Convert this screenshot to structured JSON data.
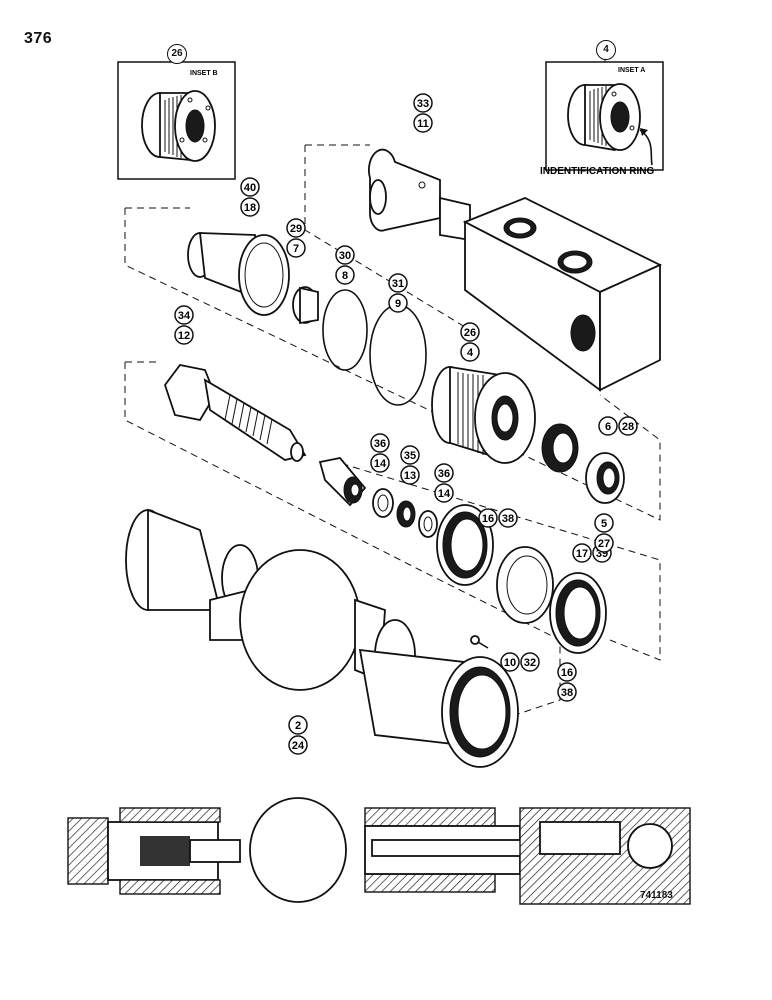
{
  "page_number": "376",
  "figure_number": "741183",
  "inset_a": {
    "title": "INSET A",
    "callout": "4",
    "label": "INDENTIFICATION RING"
  },
  "inset_b": {
    "title": "INSET B",
    "callout": "26"
  },
  "callouts": [
    {
      "id": "c33",
      "top": "33",
      "bottom": "11"
    },
    {
      "id": "c40",
      "top": "40",
      "bottom": "18"
    },
    {
      "id": "c29",
      "top": "29",
      "bottom": "7"
    },
    {
      "id": "c30",
      "top": "30",
      "bottom": "8"
    },
    {
      "id": "c31",
      "top": "31",
      "bottom": "9"
    },
    {
      "id": "c34",
      "top": "34",
      "bottom": "12"
    },
    {
      "id": "c26",
      "top": "26",
      "bottom": "4"
    },
    {
      "id": "c36a",
      "top": "36",
      "bottom": "14"
    },
    {
      "id": "c35",
      "top": "35",
      "bottom": "13"
    },
    {
      "id": "c36b",
      "top": "36",
      "bottom": "14"
    },
    {
      "id": "c16a",
      "top": "16",
      "bottom": "38"
    },
    {
      "id": "c17",
      "top": "17",
      "bottom": "39"
    },
    {
      "id": "c6",
      "top": "6",
      "bottom": "28"
    },
    {
      "id": "c5",
      "top": "5",
      "bottom": "27"
    },
    {
      "id": "c10",
      "top": "10",
      "bottom": "32"
    },
    {
      "id": "c16b",
      "top": "16",
      "bottom": "38"
    },
    {
      "id": "c2",
      "top": "2",
      "bottom": "24"
    }
  ]
}
